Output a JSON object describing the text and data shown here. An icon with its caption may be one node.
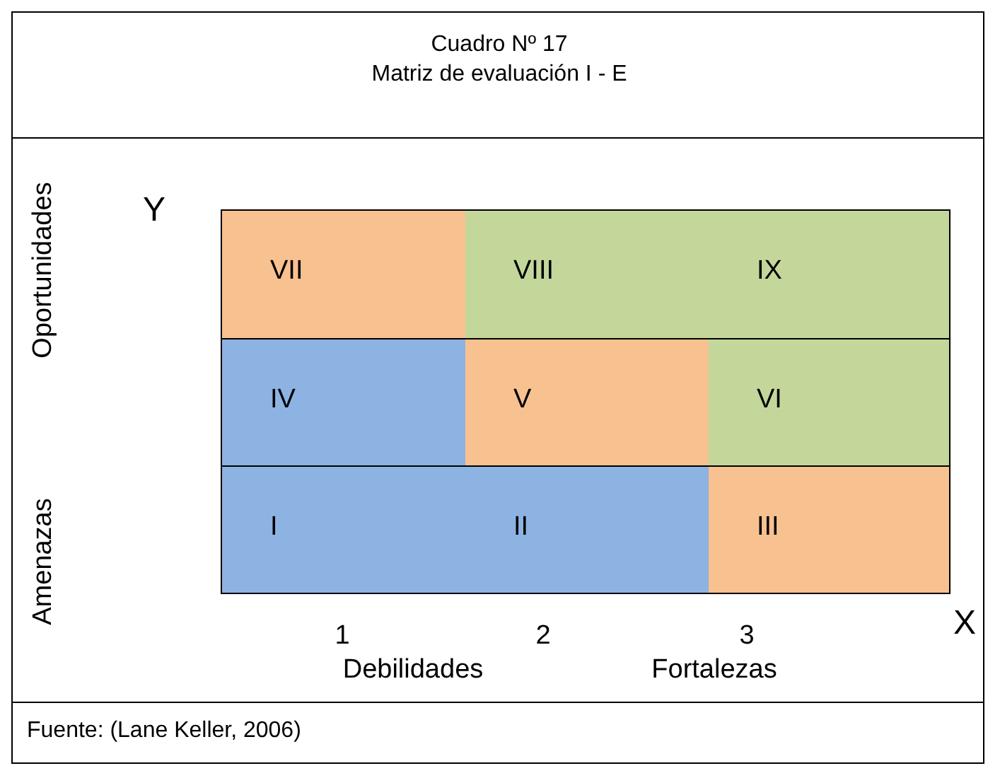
{
  "diagram": {
    "title": "Matriz de evaluación I - E",
    "caption": "Fuente: (Lane Keller, 2006)",
    "nodes": [
      {
        "text": [
          "VII"
        ]
      },
      {
        "text": [
          "VIII"
        ]
      },
      {
        "text": [
          "IX"
        ]
      },
      {
        "text": [
          "IV"
        ]
      },
      {
        "text": [
          "V"
        ]
      },
      {
        "text": [
          "VI"
        ]
      },
      {
        "text": [
          "I"
        ]
      },
      {
        "text": [
          "II"
        ]
      },
      {
        "text": [
          "III"
        ]
      }
    ],
    "labels": [
      "Cuadro Nº 17",
      "Oportunidades",
      "Y",
      "Amenazas",
      "1",
      "2",
      "3",
      "X",
      "Debilidades",
      "Fortalezas"
    ]
  }
}
